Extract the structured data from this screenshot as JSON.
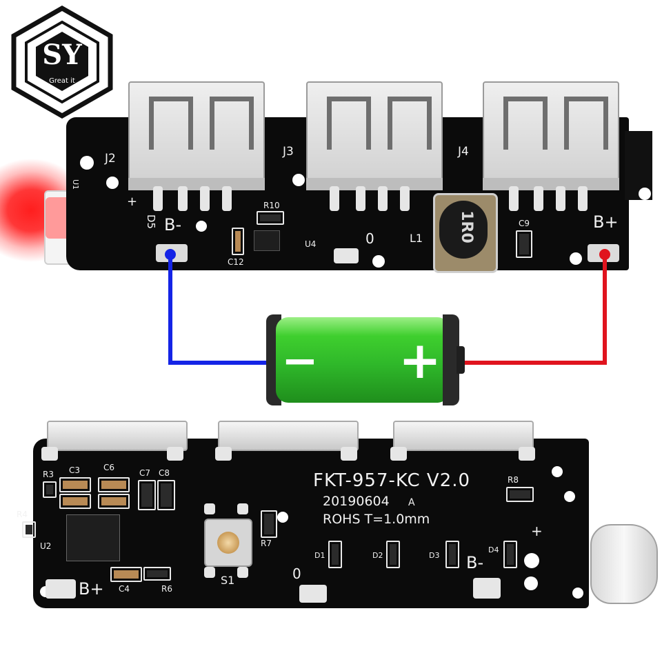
{
  "brand": {
    "letters": "SY",
    "tagline": "Great it"
  },
  "top_board": {
    "connector_labels": [
      "J2",
      "J3",
      "J4"
    ],
    "component_labels": {
      "led": "D5",
      "resistor": "R10",
      "ic": "U4",
      "cap_c12": "C12",
      "cap_c9": "C9",
      "inductor": "L1",
      "inductor_marking": "1R0",
      "led_side": "U1"
    },
    "terminal_minus": "B-",
    "terminal_plus": "B+",
    "plus_mark": "+",
    "zero_mark": "0"
  },
  "battery": {
    "minus_symbol": "−",
    "plus_symbol": "+",
    "fill_color": "#2fb82a",
    "wire_negative_color": "#1424e6",
    "wire_positive_color": "#e0141e"
  },
  "bottom_board": {
    "model": "FKT-957-KC  V2.0",
    "date": "20190604",
    "date_suffix": "A",
    "rohs": "ROHS  T=1.0mm",
    "labels": [
      "R3",
      "C3",
      "C6",
      "C7",
      "C8",
      "R4",
      "U2",
      "C4",
      "R6",
      "R7",
      "S1",
      "R8",
      "D1",
      "D2",
      "D3",
      "D4"
    ],
    "terminal_plus": "B+",
    "terminal_minus": "B-",
    "plus_mark": "+",
    "zero_mark": "0"
  }
}
